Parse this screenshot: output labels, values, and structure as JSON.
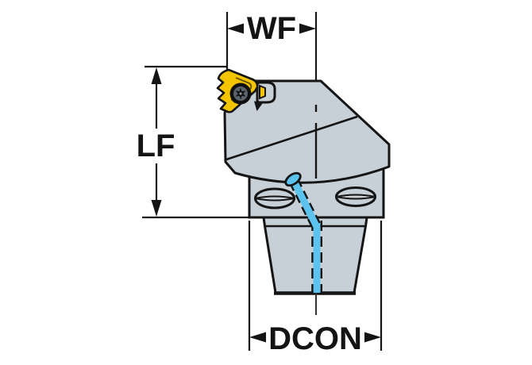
{
  "drawing": {
    "type": "tool-holder-dimensional-drawing",
    "dimension_labels": {
      "width_front": "WF",
      "length_front": "LF",
      "coupling_diameter": "DCON"
    },
    "colors": {
      "background": "#ffffff",
      "outline": "#151515",
      "body": "#c7cfd7",
      "insert": "#f2c500",
      "insert_detail": "#6b5400",
      "coolant": "#5cc3ee",
      "screw_gray": "#5c646c"
    }
  }
}
